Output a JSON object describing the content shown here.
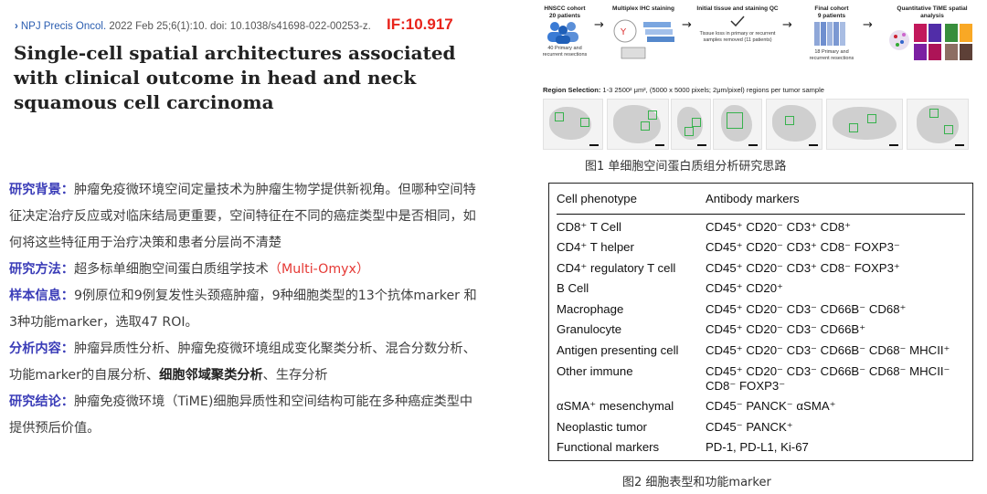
{
  "citation": {
    "journal": "NPJ Precis Oncol.",
    "details": "2022 Feb 25;6(1):10. doi: 10.1038/s41698-022-00253-z.",
    "impact_factor": "IF:10.917"
  },
  "title": "Single-cell spatial architectures associated with clinical outcome in head and neck squamous cell carcinoma",
  "summary": {
    "background_label": "研究背景：",
    "background_text": "肿瘤免疫微环境空间定量技术为肿瘤生物学提供新视角。但哪种空间特征决定治疗反应或对临床结局更重要，空间特征在不同的癌症类型中是否相同，如何将这些特征用于治疗决策和患者分层尚不清楚",
    "method_label": "研究方法：",
    "method_text": "超多标单细胞空间蛋白质组学技术",
    "method_highlight": "（Multi-Omyx）",
    "sample_label": "样本信息：",
    "sample_text": "9例原位和9例复发性头颈癌肿瘤，9种细胞类型的13个抗体marker 和3种功能marker，选取47 ROI。",
    "analysis_label": "分析内容：",
    "analysis_text_1": "肿瘤异质性分析、肿瘤免疫微环境组成变化聚类分析、混合分数分析、功能marker的自展分析、",
    "analysis_bold": "细胞邻域聚类分析",
    "analysis_text_2": "、生存分析",
    "conclusion_label": "研究结论：",
    "conclusion_text": "肿瘤免疫微环境（TiME)细胞异质性和空间结构可能在多种癌症类型中提供预后价值。"
  },
  "figure1": {
    "stages": [
      {
        "title": "HNSCC cohort",
        "highlight": "20 patients",
        "note": "40 Primary and recurrent resections"
      },
      {
        "title": "Multiplex IHC staining",
        "highlight": "",
        "note": ""
      },
      {
        "title": "Initial tissue and staining QC",
        "highlight": "",
        "note": "Tissue loss in primary or recurrent samples removed (11 patients)"
      },
      {
        "title": "Final cohort",
        "highlight": "9 patients",
        "note": "18 Primary and recurrent resections"
      },
      {
        "title": "Quantitative TiME spatial analysis",
        "highlight": "",
        "note": ""
      }
    ],
    "region_label": "Region Selection:",
    "region_text": " 1-3 2500² μm², (5000 x 5000 pixels; 2μm/pixel) regions per tumor sample",
    "caption": "图1 单细胞空间蛋白质组分析研究思路"
  },
  "figure2": {
    "header": {
      "col1": "Cell phenotype",
      "col2": "Antibody markers"
    },
    "rows": [
      {
        "phenotype": "CD8⁺ T Cell",
        "markers": "CD45⁺ CD20⁻ CD3⁺ CD8⁺"
      },
      {
        "phenotype": "CD4⁺ T helper",
        "markers": "CD45⁺ CD20⁻ CD3⁺ CD8⁻ FOXP3⁻"
      },
      {
        "phenotype": "CD4⁺ regulatory T cell",
        "markers": "CD45⁺ CD20⁻ CD3⁺ CD8⁻ FOXP3⁺"
      },
      {
        "phenotype": "B Cell",
        "markers": "CD45⁺ CD20⁺"
      },
      {
        "phenotype": "Macrophage",
        "markers": "CD45⁺ CD20⁻ CD3⁻ CD66B⁻ CD68⁺"
      },
      {
        "phenotype": "Granulocyte",
        "markers": "CD45⁺ CD20⁻ CD3⁻ CD66B⁺"
      },
      {
        "phenotype": "Antigen presenting cell",
        "markers": "CD45⁺ CD20⁻ CD3⁻ CD66B⁻ CD68⁻ MHCII⁺"
      },
      {
        "phenotype": "Other immune",
        "markers": "CD45⁺ CD20⁻ CD3⁻ CD66B⁻ CD68⁻ MHCII⁻ CD8⁻ FOXP3⁻"
      },
      {
        "phenotype": "αSMA⁺ mesenchymal",
        "markers": "CD45⁻ PANCK⁻ αSMA⁺"
      },
      {
        "phenotype": "Neoplastic tumor",
        "markers": "CD45⁻ PANCK⁺"
      },
      {
        "phenotype": "Functional markers",
        "markers": "PD-1, PD-L1, Ki-67"
      }
    ],
    "caption": "图2 细胞表型和功能marker"
  },
  "colors": {
    "label": "#3b3db8",
    "highlight_red": "#e53935",
    "impact_factor": "#e8231b",
    "journal_link": "#2a5db0",
    "roi_green": "#37b24d"
  }
}
